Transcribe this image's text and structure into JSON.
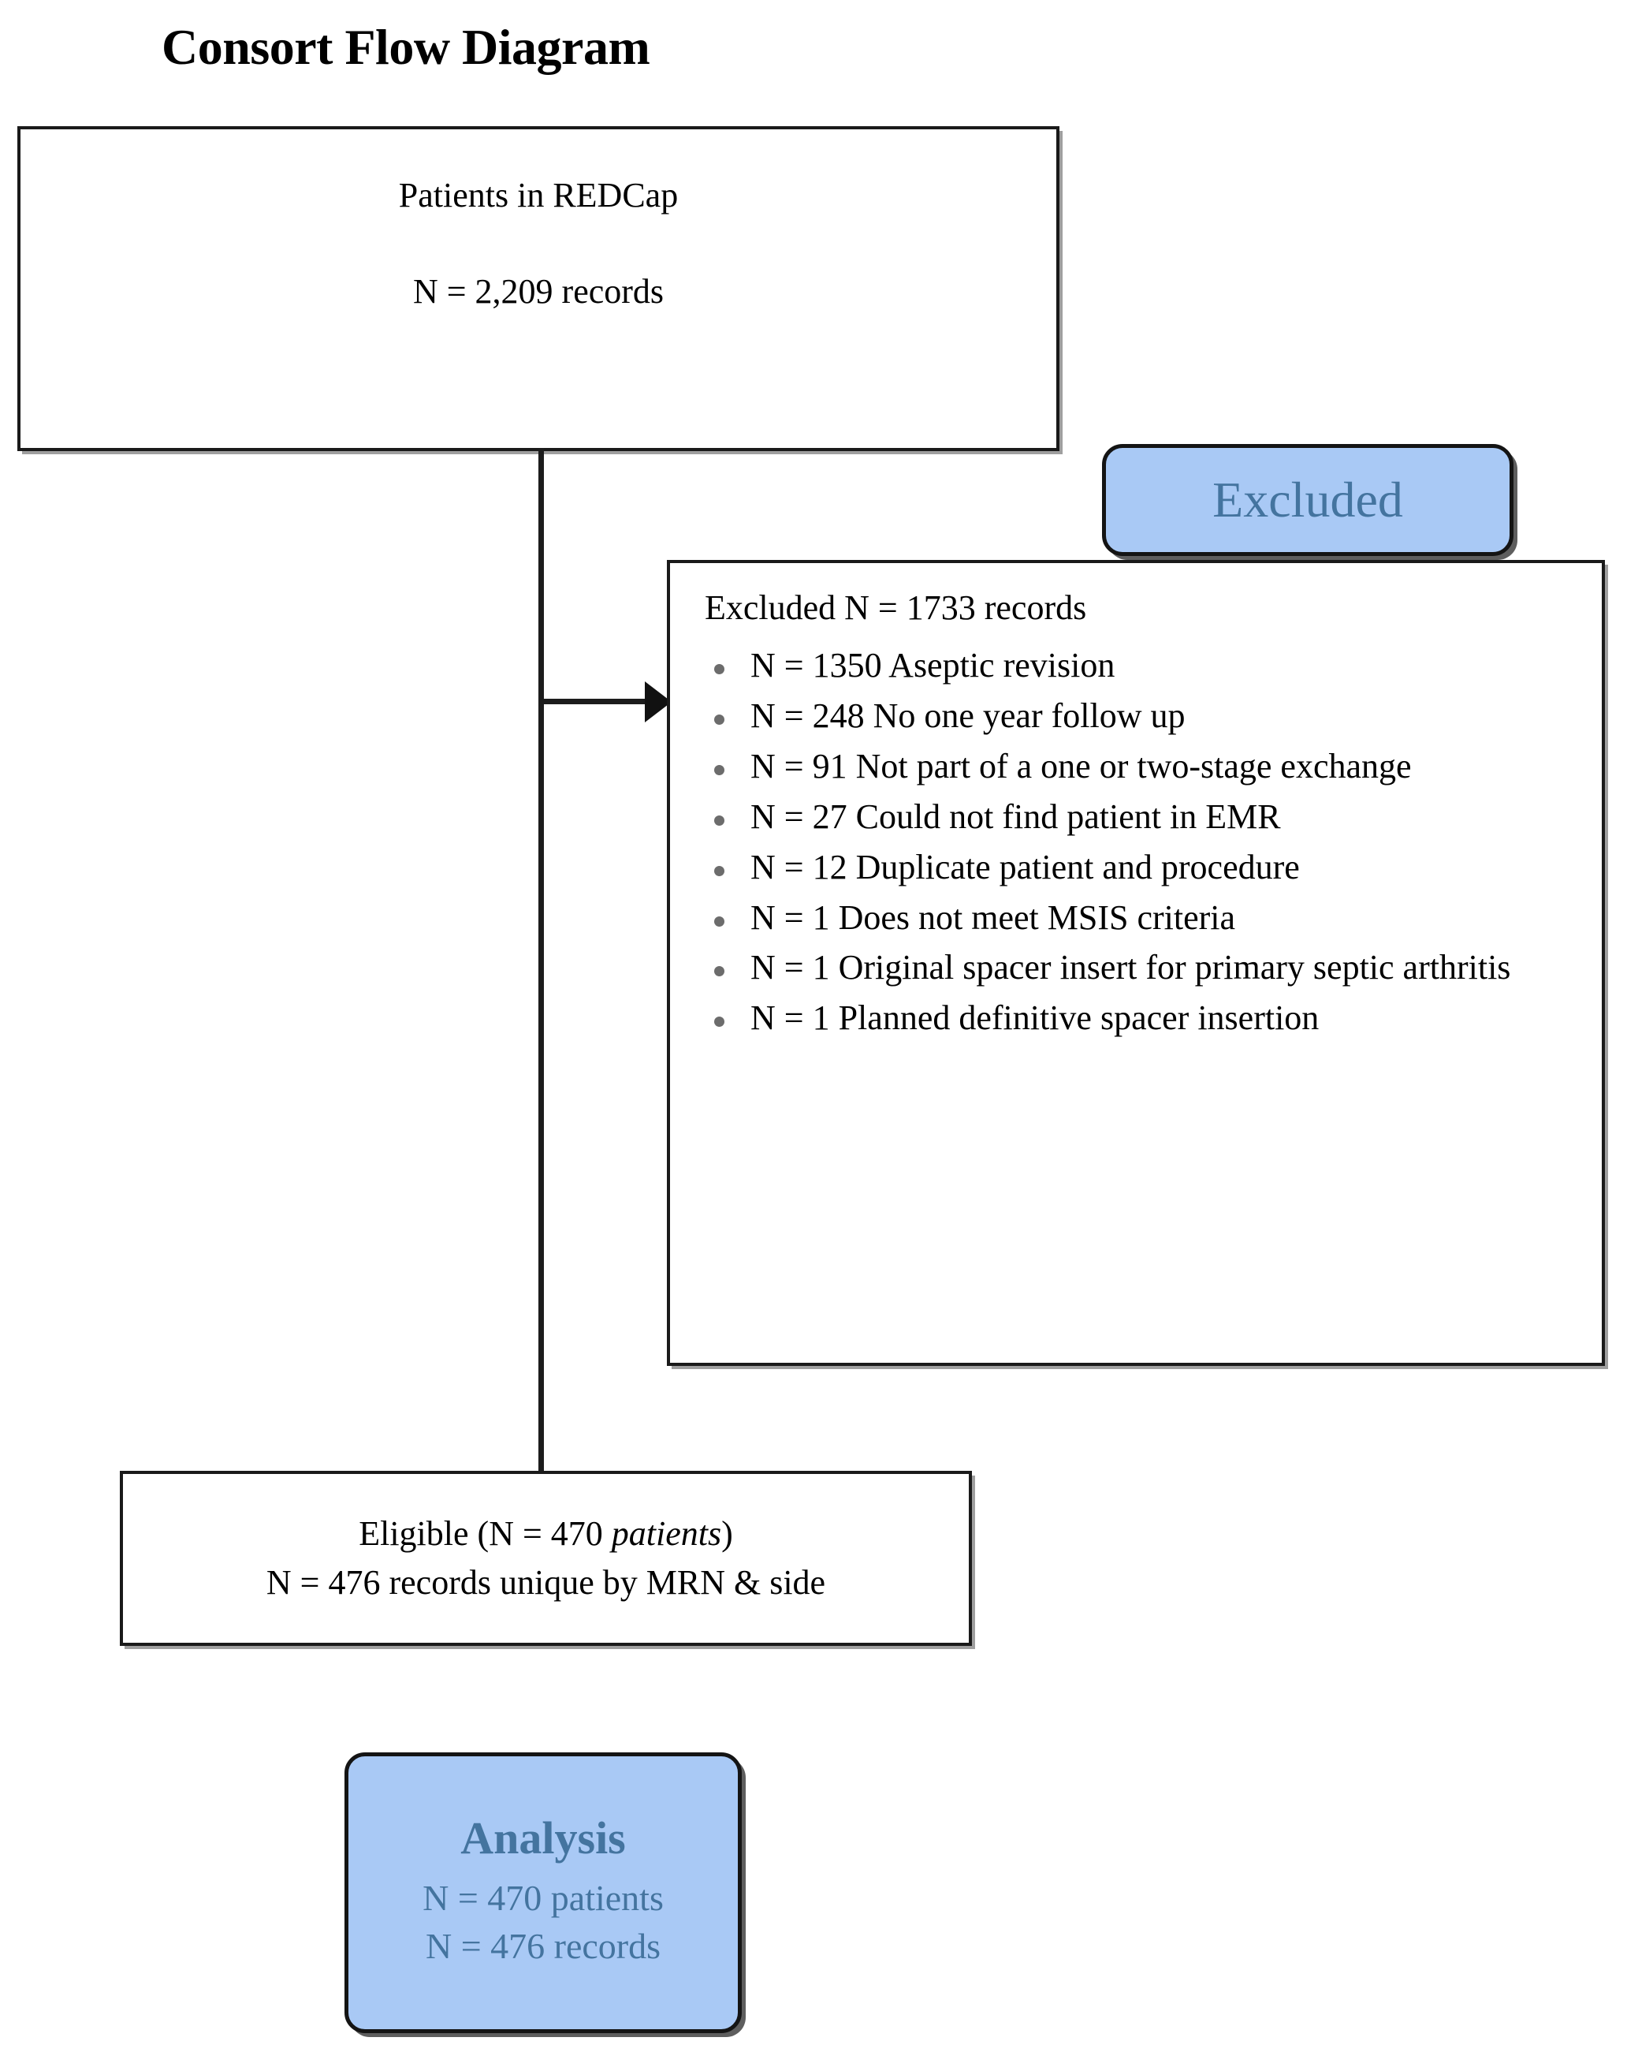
{
  "title": "Consort Flow Diagram",
  "colors": {
    "badge_fill": "#a9c9f5",
    "badge_text": "#44749f",
    "box_border": "#1a1a1a",
    "connector": "#1c1c1c",
    "bullet_dot": "#6c6c6c"
  },
  "nodes": {
    "redcap": {
      "name": "Patients in REDCap",
      "line1": "Patients in REDCap",
      "line2": "N = 2,209 records"
    },
    "excluded_badge": {
      "label": "Excluded"
    },
    "excluded_list": {
      "heading": "Excluded N = 1733 records",
      "items": [
        "N = 1350 Aseptic revision",
        "N = 248 No one year follow up",
        "N = 91 Not part of a one or two-stage exchange",
        "N = 27 Could not find patient in EMR",
        "N = 12 Duplicate patient and procedure",
        "N = 1 Does not meet MSIS criteria",
        "N = 1 Original spacer insert for primary septic arthritis",
        "N = 1 Planned definitive spacer insertion"
      ]
    },
    "eligible": {
      "line1_prefix": "Eligible (N = 470 ",
      "line1_italic": "patients",
      "line1_suffix": ")",
      "line2": "N = 476 records unique by MRN & side"
    },
    "analysis": {
      "title": "Analysis",
      "line1": "N = 470 patients",
      "line2": "N = 476 records"
    }
  },
  "chart_data": {
    "type": "flow-diagram",
    "title": "Consort Flow Diagram",
    "nodes": [
      {
        "id": "redcap",
        "label": "Patients in REDCap",
        "n_records": 2209,
        "shape": "rectangle"
      },
      {
        "id": "excluded_badge",
        "label": "Excluded",
        "shape": "rounded-rectangle",
        "fill": "#a9c9f5"
      },
      {
        "id": "excluded_list",
        "label": "Excluded N = 1733 records",
        "n_records": 1733,
        "shape": "rectangle"
      },
      {
        "id": "eligible",
        "label": "Eligible",
        "n_patients": 470,
        "n_records": 476,
        "shape": "rectangle"
      },
      {
        "id": "analysis",
        "label": "Analysis",
        "n_patients": 470,
        "n_records": 476,
        "shape": "rounded-rectangle",
        "fill": "#a9c9f5"
      }
    ],
    "exclusion_reasons": [
      {
        "n": 1350,
        "reason": "Aseptic revision"
      },
      {
        "n": 248,
        "reason": "No one year follow up"
      },
      {
        "n": 91,
        "reason": "Not part of a one or two-stage exchange"
      },
      {
        "n": 27,
        "reason": "Could not find patient in EMR"
      },
      {
        "n": 12,
        "reason": "Duplicate patient and procedure"
      },
      {
        "n": 1,
        "reason": "Does not meet MSIS criteria"
      },
      {
        "n": 1,
        "reason": "Original spacer insert for primary septic arthritis"
      },
      {
        "n": 1,
        "reason": "Planned definitive spacer insertion"
      }
    ],
    "edges": [
      {
        "from": "redcap",
        "to": "excluded_list",
        "type": "arrow"
      },
      {
        "from": "redcap",
        "to": "eligible",
        "type": "line"
      }
    ]
  }
}
